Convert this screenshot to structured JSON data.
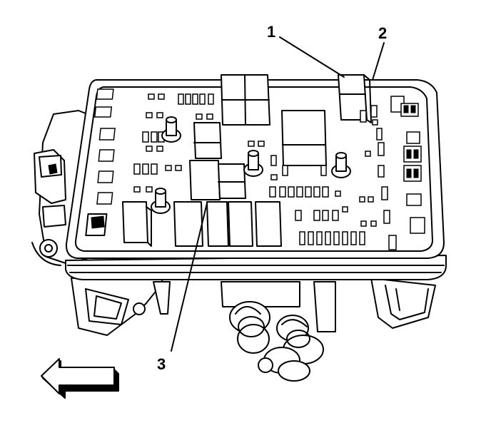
{
  "callouts": {
    "one": "1",
    "two": "2",
    "three": "3"
  },
  "icons": {
    "direction_arrow": "left-arrow-icon"
  }
}
